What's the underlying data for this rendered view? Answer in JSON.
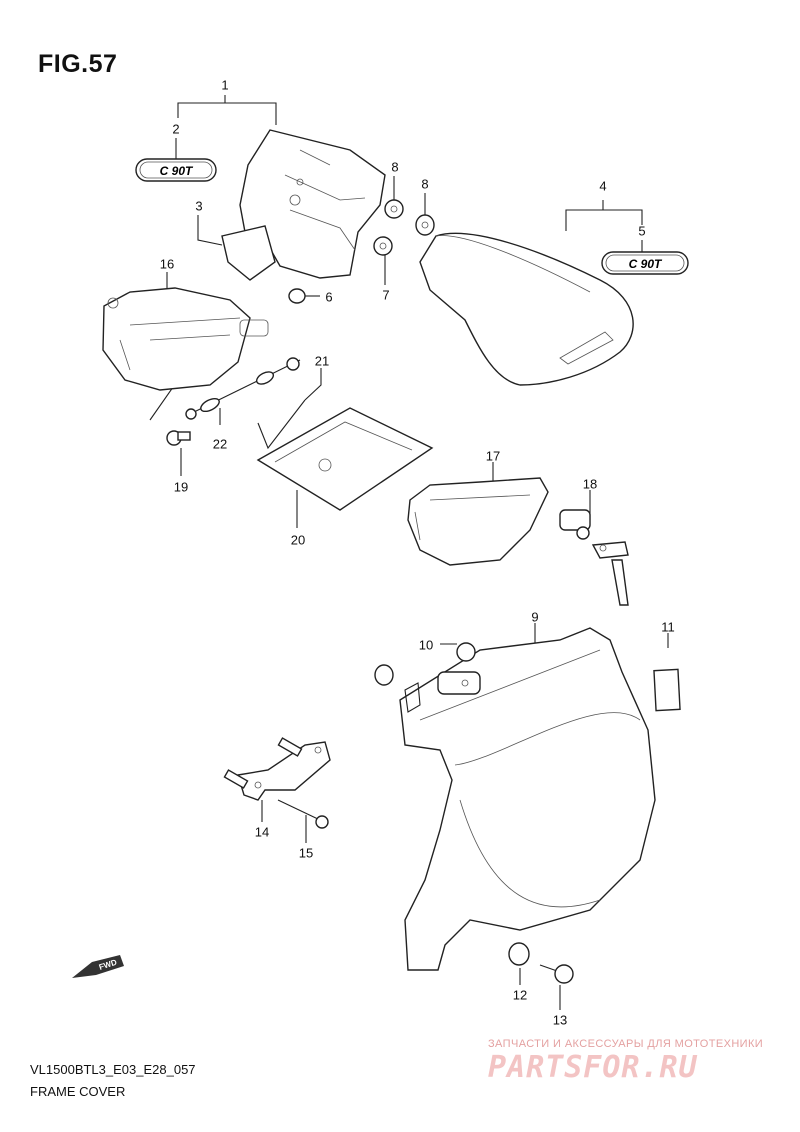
{
  "figure_title": "FIG.57",
  "model_code": "VL1500BTL3_E03_E28_057",
  "caption": "FRAME COVER",
  "emblem_text": "C 90T",
  "forward_arrow_text": "FWD",
  "watermark": {
    "tagline": "ЗАПЧАСТИ И АКСЕССУАРЫ ДЛЯ МОТОТЕХНИКИ",
    "brand": "PARTSFOR.RU"
  },
  "callouts": {
    "c1": "1",
    "c2": "2",
    "c3": "3",
    "c4": "4",
    "c5": "5",
    "c6": "6",
    "c7": "7",
    "c8a": "8",
    "c8b": "8",
    "c9": "9",
    "c10": "10",
    "c11": "11",
    "c12": "12",
    "c13": "13",
    "c14": "14",
    "c15": "15",
    "c16": "16",
    "c17": "17",
    "c18": "18",
    "c19": "19",
    "c20": "20",
    "c21": "21",
    "c22": "22"
  }
}
